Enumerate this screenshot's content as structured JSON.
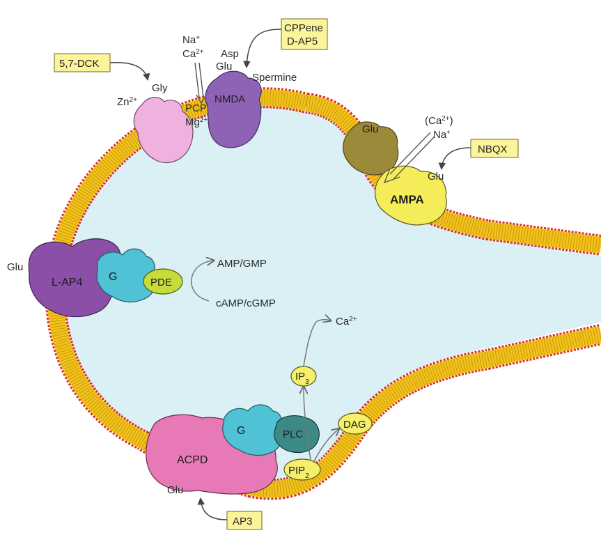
{
  "colors": {
    "cytoplasm": "#daf0f5",
    "membrane_lipid": "#f3c21a",
    "membrane_head": "#d9321f",
    "nmda": "#8e63b5",
    "gly_site": "#efb2de",
    "ampa_glu_site": "#9a8a3a",
    "ampa": "#f5ec5a",
    "lap4": "#8c4fa8",
    "g_protein": "#4fc2d6",
    "pde": "#c5dc3a",
    "acpd": "#e77ab6",
    "plc": "#3c8a86",
    "small_molecule": "#f5ef6a",
    "drug_box": "#fbf49a"
  },
  "drugs": {
    "dck": "5,7-DCK",
    "cppene": "CPPene",
    "dap5": "D-AP5",
    "nbqx": "NBQX",
    "ap3": "AP3"
  },
  "nmda_complex": {
    "receptor": "NMDA",
    "gly": "Gly",
    "zn": "Zn",
    "zn_charge": "2+",
    "na": "Na",
    "na_charge": "+",
    "ca": "Ca",
    "ca_charge": "2+",
    "asp": "Asp",
    "glu": "Glu",
    "spermine": "Spermine",
    "pcp": "PCP",
    "mg": "Mg",
    "mg_charge": "2+"
  },
  "ampa_complex": {
    "receptor": "AMPA",
    "glu_top": "Glu",
    "glu_site": "Glu",
    "ca_paren_open": "(Ca",
    "ca_charge": "2+",
    "ca_paren_close": ")",
    "na": "Na",
    "na_charge": "+"
  },
  "lap4_complex": {
    "receptor": "L-AP4",
    "glu": "Glu",
    "g": "G",
    "pde": "PDE",
    "product": "AMP/GMP",
    "substrate": "cAMP/cGMP"
  },
  "acpd_complex": {
    "receptor": "ACPD",
    "glu": "Glu",
    "g": "G",
    "plc": "PLC",
    "pip": "PIP",
    "pip_sub": "2",
    "dag": "DAG",
    "ip": "IP",
    "ip_sub": "3",
    "ca": "Ca",
    "ca_charge": "2+"
  }
}
